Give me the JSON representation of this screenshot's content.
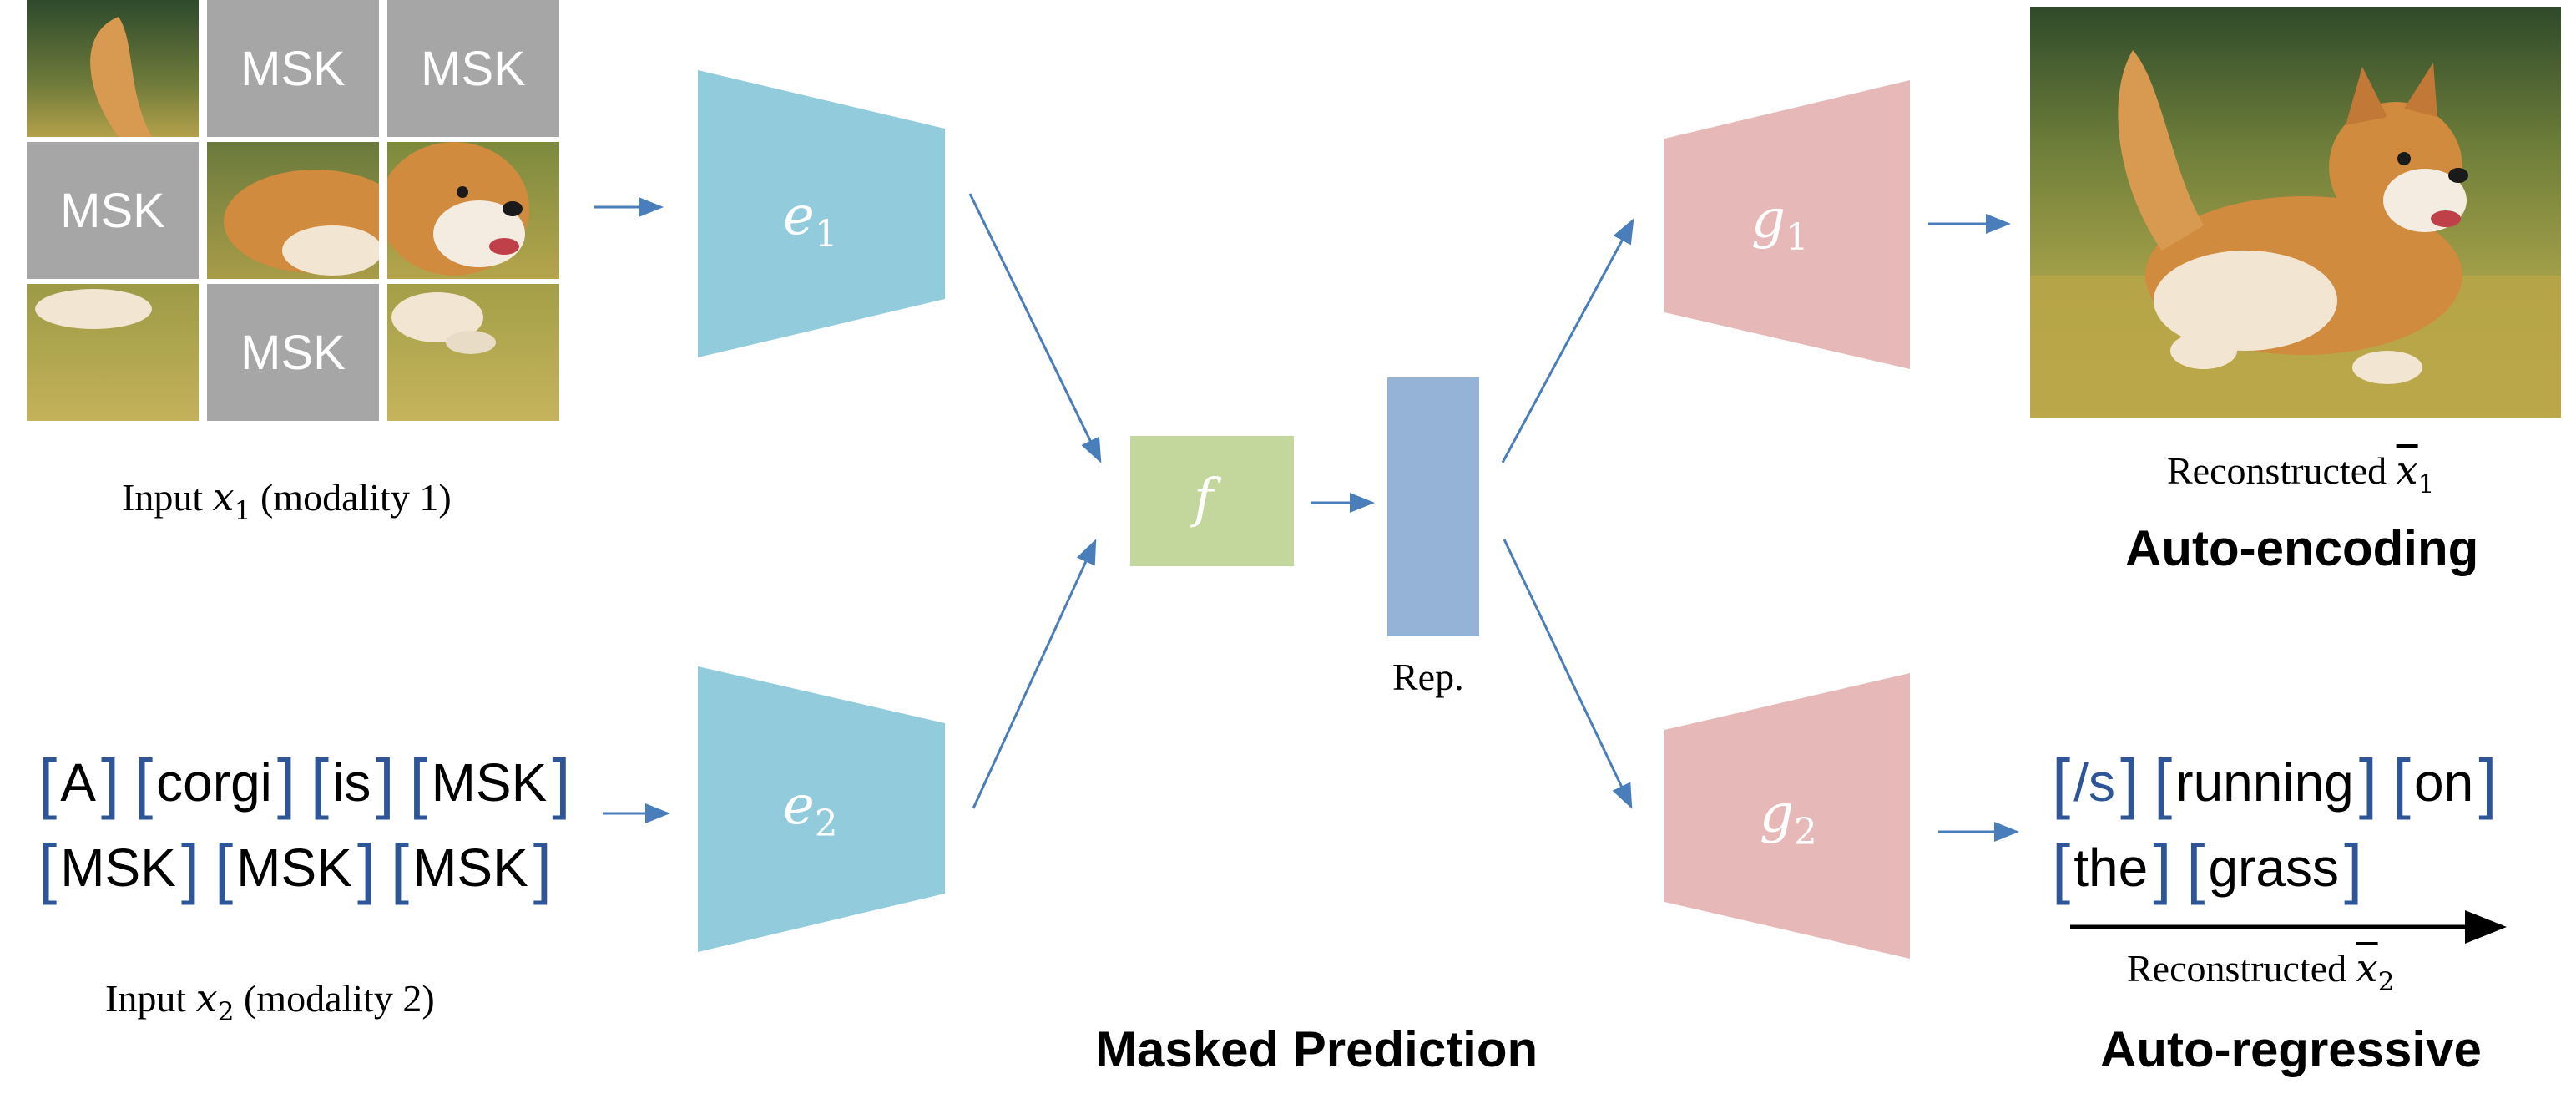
{
  "input1": {
    "mask_label": "MSK",
    "caption_prefix": "Input ",
    "caption_var": "x",
    "caption_sub": "1",
    "caption_suffix": " (modality 1)"
  },
  "input2": {
    "tokens_line1": [
      "A",
      "corgi",
      "is",
      "MSK"
    ],
    "tokens_line2": [
      "MSK",
      "MSK",
      "MSK"
    ],
    "caption_prefix": "Input ",
    "caption_var": "x",
    "caption_sub": "2",
    "caption_suffix": " (modality 2)"
  },
  "encoders": {
    "e1_var": "e",
    "e1_sub": "1",
    "e2_var": "e",
    "e2_sub": "2",
    "color": "#92ccdc"
  },
  "fusion": {
    "label": "f",
    "color": "#c3d69b"
  },
  "rep": {
    "label": "Rep.",
    "color": "#95b3d7"
  },
  "decoders": {
    "g1_var": "g",
    "g1_sub": "1",
    "g2_var": "g",
    "g2_sub": "2",
    "color": "#e6b9b8"
  },
  "output1": {
    "caption_prefix": "Reconstructed ",
    "caption_var": "x",
    "caption_sub": "1",
    "title": "Auto-encoding"
  },
  "output2": {
    "tokens_line1": [
      "/s",
      "running",
      "on"
    ],
    "tokens_line2": [
      "the",
      "grass"
    ],
    "caption_prefix": "Reconstructed ",
    "caption_var": "x",
    "caption_sub": "2",
    "title": "Auto-regressive"
  },
  "center_title": "Masked Prediction",
  "arrow_color": "#4a7ebb",
  "bracket_color": "#2e5597"
}
